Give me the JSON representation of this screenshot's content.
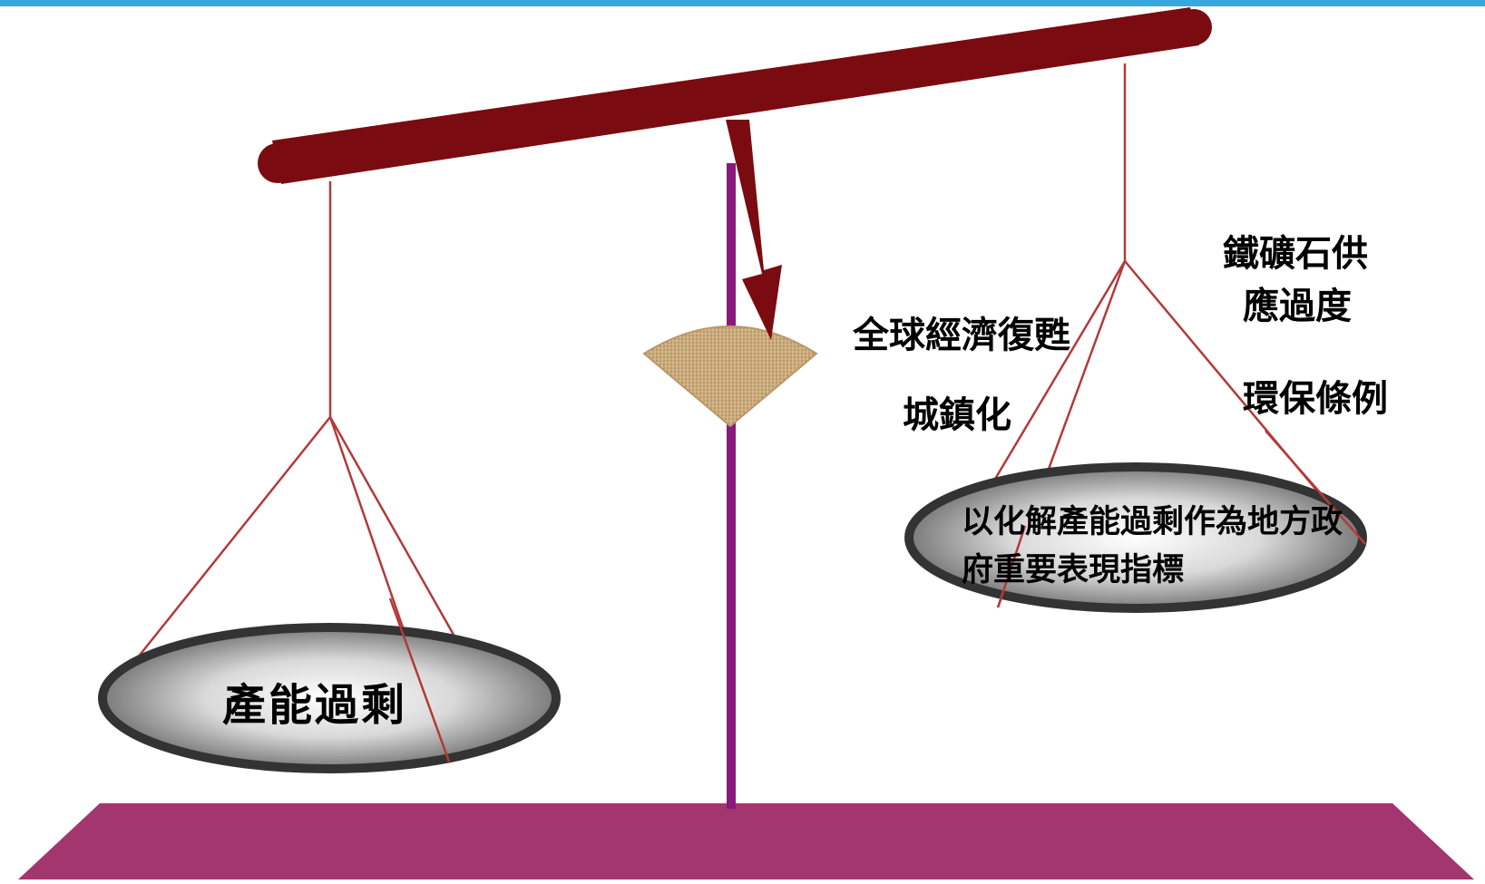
{
  "colors": {
    "top_bar": "#35a8e0",
    "beam": "#7a0b10",
    "pole": "#8a1a7a",
    "base": "#a3356f",
    "strings": "#b23a3a",
    "pan_rim": "#333333",
    "weight": "#c8a87a"
  },
  "labels": {
    "left_pan": "產能過剩",
    "middle_1": "全球經濟復甦",
    "middle_2": "城鎮化",
    "right_top_1": "鐵礦石供",
    "right_top_2": "應過度",
    "right_mid": "環保條例",
    "right_pan": "以化解產能過剩作為地方政府重要表現指標"
  }
}
